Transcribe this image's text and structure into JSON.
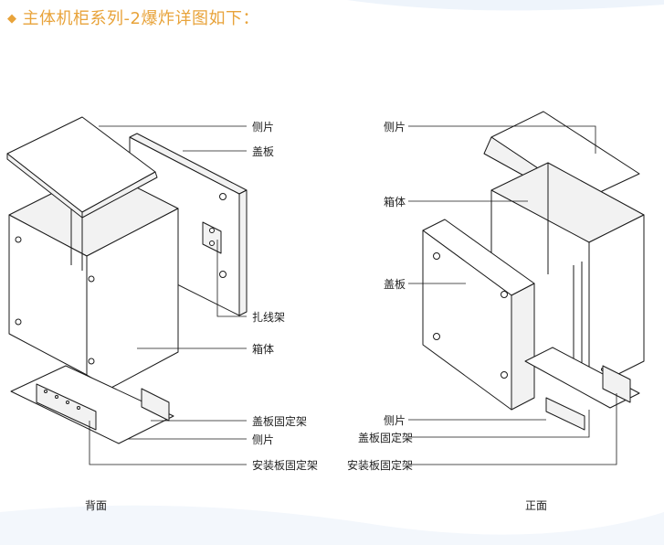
{
  "title": "主体机柜系列-2爆炸详图如下：",
  "accent_color": "#e8a33a",
  "back_view": {
    "caption": "背面",
    "labels": {
      "side_panel_top": "侧片",
      "cover_plate": "盖板",
      "cable_rack": "扎线架",
      "cabinet_body": "箱体",
      "cover_fixing_frame": "盖板固定架",
      "side_panel_bottom": "侧片",
      "mounting_plate_frame": "安装板固定架"
    }
  },
  "front_view": {
    "caption": "正面",
    "labels": {
      "side_panel_top": "侧片",
      "cabinet_body": "箱体",
      "cover_plate": "盖板",
      "side_panel_bottom": "侧片",
      "cover_fixing_frame": "盖板固定架",
      "mounting_plate_frame": "安装板固定架"
    }
  }
}
